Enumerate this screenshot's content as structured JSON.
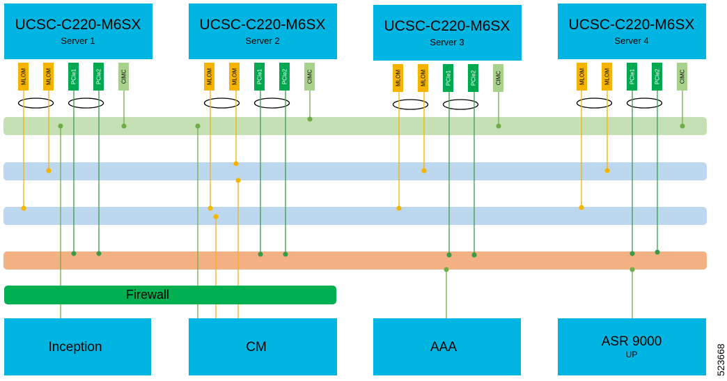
{
  "servers": [
    {
      "title": "UCSC-C220-M6SX",
      "subtitle": "Server 1"
    },
    {
      "title": "UCSC-C220-M6SX",
      "subtitle": "Server 2"
    },
    {
      "title": "UCSC-C220-M6SX",
      "subtitle": "Server 3"
    },
    {
      "title": "UCSC-C220-M6SX",
      "subtitle": "Server 4"
    }
  ],
  "ports": [
    "MLOM",
    "MLOM",
    "PCIe1",
    "PCIe2",
    "CIMC"
  ],
  "firewall": {
    "label": "Firewall"
  },
  "devices": [
    {
      "label": "Inception",
      "sub": ""
    },
    {
      "label": "CM",
      "sub": ""
    },
    {
      "label": "AAA",
      "sub": ""
    },
    {
      "label": "ASR 9000",
      "sub": "UP"
    }
  ],
  "figure_id": "523668",
  "colors": {
    "server_box": "#00b5e2",
    "mlom_port": "#f5b400",
    "pcie_port": "#00a84f",
    "cimc_port": "#a9d18e",
    "mgmt_network": "#c5e0b4",
    "blue_network": "#bdd7ee",
    "orange_network": "#f4b183",
    "firewall": "#00b050",
    "mlom_link": "#f5b400",
    "green_link": "#3a9c4a",
    "light_green_link": "#70ad47"
  }
}
